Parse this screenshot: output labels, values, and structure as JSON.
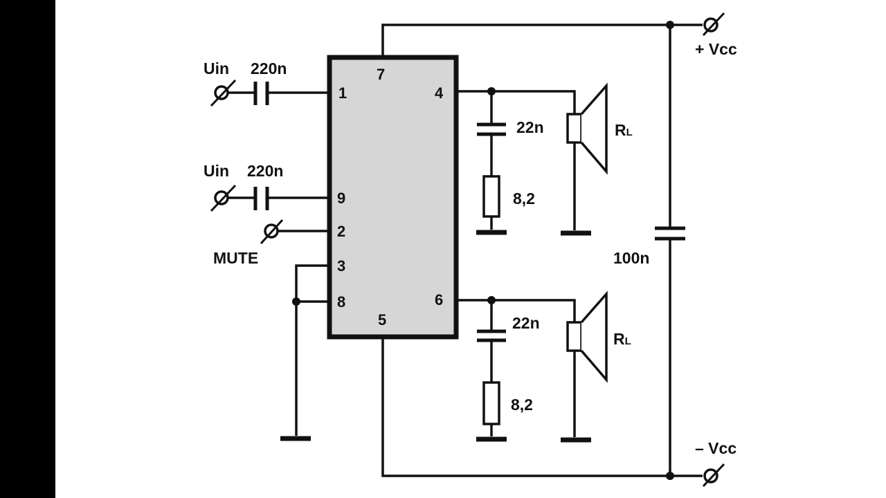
{
  "colors": {
    "wire": "#111111",
    "ic_fill": "#d6d6d6",
    "background": "#ffffff",
    "letterbox": "#000000"
  },
  "ic": {
    "pins": {
      "p1": "1",
      "p2": "2",
      "p3": "3",
      "p4": "4",
      "p5": "5",
      "p6": "6",
      "p7": "7",
      "p8": "8",
      "p9": "9"
    }
  },
  "inputs": {
    "top": {
      "label": "Uin",
      "cap": "220n"
    },
    "bottom": {
      "label": "Uin",
      "cap": "220n"
    },
    "mute": "MUTE"
  },
  "outputs": {
    "top": {
      "cap": "22n",
      "resistor": "8,2",
      "load_main": "R",
      "load_sub": "L"
    },
    "bottom": {
      "cap": "22n",
      "resistor": "8,2",
      "load_main": "R",
      "load_sub": "L"
    }
  },
  "supply": {
    "positive": "+ Vcc",
    "negative": "– Vcc",
    "bypass_cap": "100n"
  }
}
